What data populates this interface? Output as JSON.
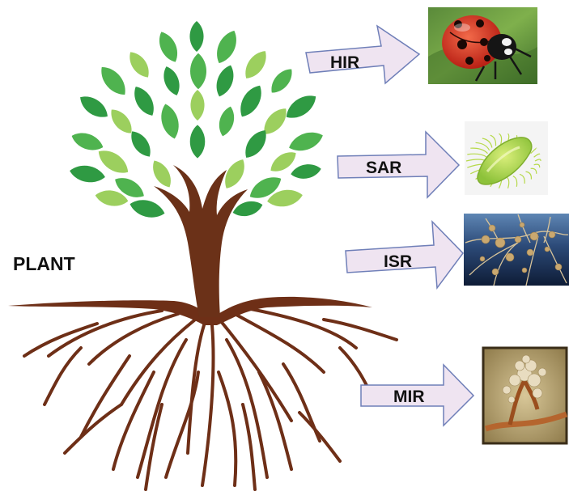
{
  "plant": {
    "label": "PLANT",
    "colors": {
      "trunk": "#6b3118",
      "roots": "#6e2f17",
      "leaf_dark": "#2f9a43",
      "leaf_mid": "#4fb34f",
      "leaf_light": "#9ccf5e"
    }
  },
  "arrow_style": {
    "fill": "#efe4f1",
    "stroke": "#6f7fb8"
  },
  "responses": [
    {
      "label": "HIR",
      "image": "ladybug-photo"
    },
    {
      "label": "SAR",
      "image": "bacterium-illustration"
    },
    {
      "label": "ISR",
      "image": "root-nodules-photo"
    },
    {
      "label": "MIR",
      "image": "mycorrhizal-fungus-photo"
    }
  ]
}
